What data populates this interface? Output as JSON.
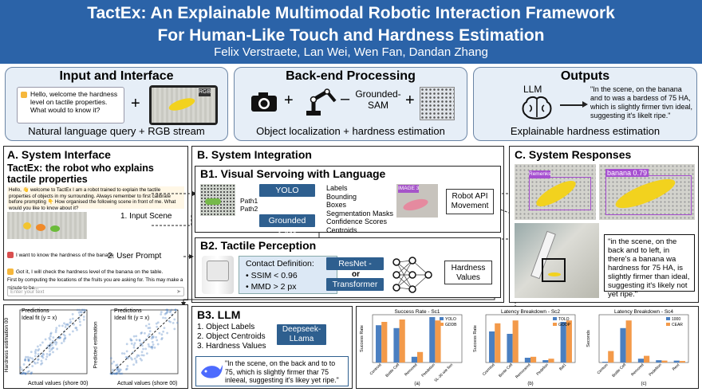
{
  "header": {
    "title_line1": "TactEx: An Explainable Multimodal Robotic Interaction Framework",
    "title_line2": "For Human-Like Touch and Hardness Estimation",
    "authors": "Felix Verstraete, Lan Wei, Wen Fan, Dandan Zhang"
  },
  "top": {
    "input": {
      "title": "Input and Interface",
      "chat": "Hello, welcome the hardness level on tactile properties. What would to know it?",
      "rgb_tag": "RGB",
      "caption": "Natural language query + RGB stream"
    },
    "backend": {
      "title": "Back-end Processing",
      "grounded": "Grounded-SAM",
      "caption": "Object localization + hardness estimation"
    },
    "outputs": {
      "title": "Outputs",
      "llm": "LLM",
      "quote": "\"In the scene, on the banana and to was a bardess of 75 HA, which is slightly firmer tivn ideal, suggesting it's likelt ripe.\"",
      "caption": "Explainable hardness estimation"
    }
  },
  "sectionA": {
    "title": "A. System Interface",
    "subtitle": "TactEx: the robot who explains tactile properties",
    "intro": "Hello, 👋 welcome to TactEx I am a robot trained to explain the tactile properties of objects in my surrounding. Always remember to first calibrate before prompting 👇 How organised the following scene in front of me. What would you like to know about it?",
    "input_scene": "1. Input Scene",
    "user_msg": "I want to know the hardness of the banana",
    "user_prompt": "2. User Prompt",
    "reply": "Got it, I will check the hardness level of the banana on the table.",
    "reply2": "First by computing the locations of the fruits you are asking for. This may make a minute to be...",
    "placeholder": "Enter your text"
  },
  "sectionB": {
    "title": "B. System Integration",
    "b1": {
      "title": "B1. Visual Servoing with Language",
      "yolo": "YOLO",
      "path1": "Path1",
      "path2": "Path2",
      "gsam": "Grounded SAM",
      "outputs": [
        "Labels",
        "Bounding Boxes",
        "Segmentation Masks",
        "Confidence Scores",
        "Centroids"
      ],
      "image_tag": "IMAGE 3",
      "api": "Robot API Movement"
    },
    "b2": {
      "title": "B2. Tactile Perception",
      "contact_title": "Contact Definition:",
      "ssim": "SSIM < 0.96",
      "mmd": "MMD > 2 px",
      "resnet": "ResNet - LSTM",
      "or": "or",
      "transformer": "Transformer",
      "hardness": "Hardness Values"
    },
    "b3": {
      "title": "B3. LLM",
      "items": [
        "1. Object Labels",
        "2. Object Centroids",
        "3. Hardness Values"
      ],
      "deepseek": "Deepseek-LLama",
      "quote": "\"In the scene, on the back and to to 75, which is slightly firmer thar 75 inleeal, suggesting it's likey yet ripe.\""
    }
  },
  "sectionC": {
    "title": "C. System Responses",
    "det1": "Remenks",
    "det2": "banana 0.79",
    "quote": "\"in the scene, on the back and to left, in there's a banana wa hardness for 75 HA, is slightly firmer than ideal, suggesting it's likely not yet ripe.\""
  },
  "colors": {
    "header": "#2b63a8",
    "button": "#2e5f8f",
    "blue": "#4a7fc1",
    "orange": "#f39a4a"
  },
  "scatter": [
    {
      "legend1": "Predictions",
      "legend2": "Ideal fit (y = x)",
      "xlabel": "Actual values (shore 00)",
      "ylabel": "Hardness estimation 00"
    },
    {
      "legend1": "Predictions",
      "legend2": "Ideal fit (y = x)",
      "xlabel": "Actual values (shore 00)",
      "ylabel": "Predicted estimation"
    }
  ],
  "chart_data": [
    {
      "type": "bar",
      "title": "Success Rate - Sc1",
      "ylabel": "Success Rate",
      "xlabel": "(a)",
      "categories": [
        "Centroid",
        "Bottle Cell",
        "Remored",
        "Peedetion",
        "SL-30 wie fion"
      ],
      "series": [
        {
          "name": "YOLO",
          "values": [
            0.78,
            0.72,
            0.12,
            0.95
          ]
        },
        {
          "name": "GDDB",
          "values": [
            0.85,
            0.9,
            0.22,
            0.88
          ]
        }
      ],
      "ylim": [
        0,
        1
      ]
    },
    {
      "type": "bar",
      "title": "Latency Breakdown - Sc2",
      "ylabel": "Success Rate",
      "xlabel": "(b)",
      "categories": [
        "Ccemtod",
        "Bonte Cell",
        "Remoranrd",
        "Pedelion",
        "Bat1"
      ],
      "series": [
        {
          "name": "TOLO",
          "values": [
            0.65,
            0.6,
            0.1,
            0.05,
            0.85
          ]
        },
        {
          "name": "GOOP",
          "values": [
            0.82,
            0.88,
            0.12,
            0.08,
            0.88
          ]
        }
      ],
      "ylim": [
        0,
        1
      ]
    },
    {
      "type": "bar",
      "title": "Latency Breakdown - Sc4",
      "ylabel": "Seconds",
      "xlabel": "(c)",
      "categories": [
        "Centom",
        "Bottle Cell",
        "Remored",
        "Pedeltion",
        "Reot"
      ],
      "series": [
        {
          "name": "1000",
          "values": [
            4,
            180,
            20,
            12,
            10
          ]
        },
        {
          "name": "CEAR",
          "values": [
            60,
            220,
            35,
            10,
            8
          ]
        }
      ],
      "ylim": [
        0,
        250
      ]
    }
  ]
}
